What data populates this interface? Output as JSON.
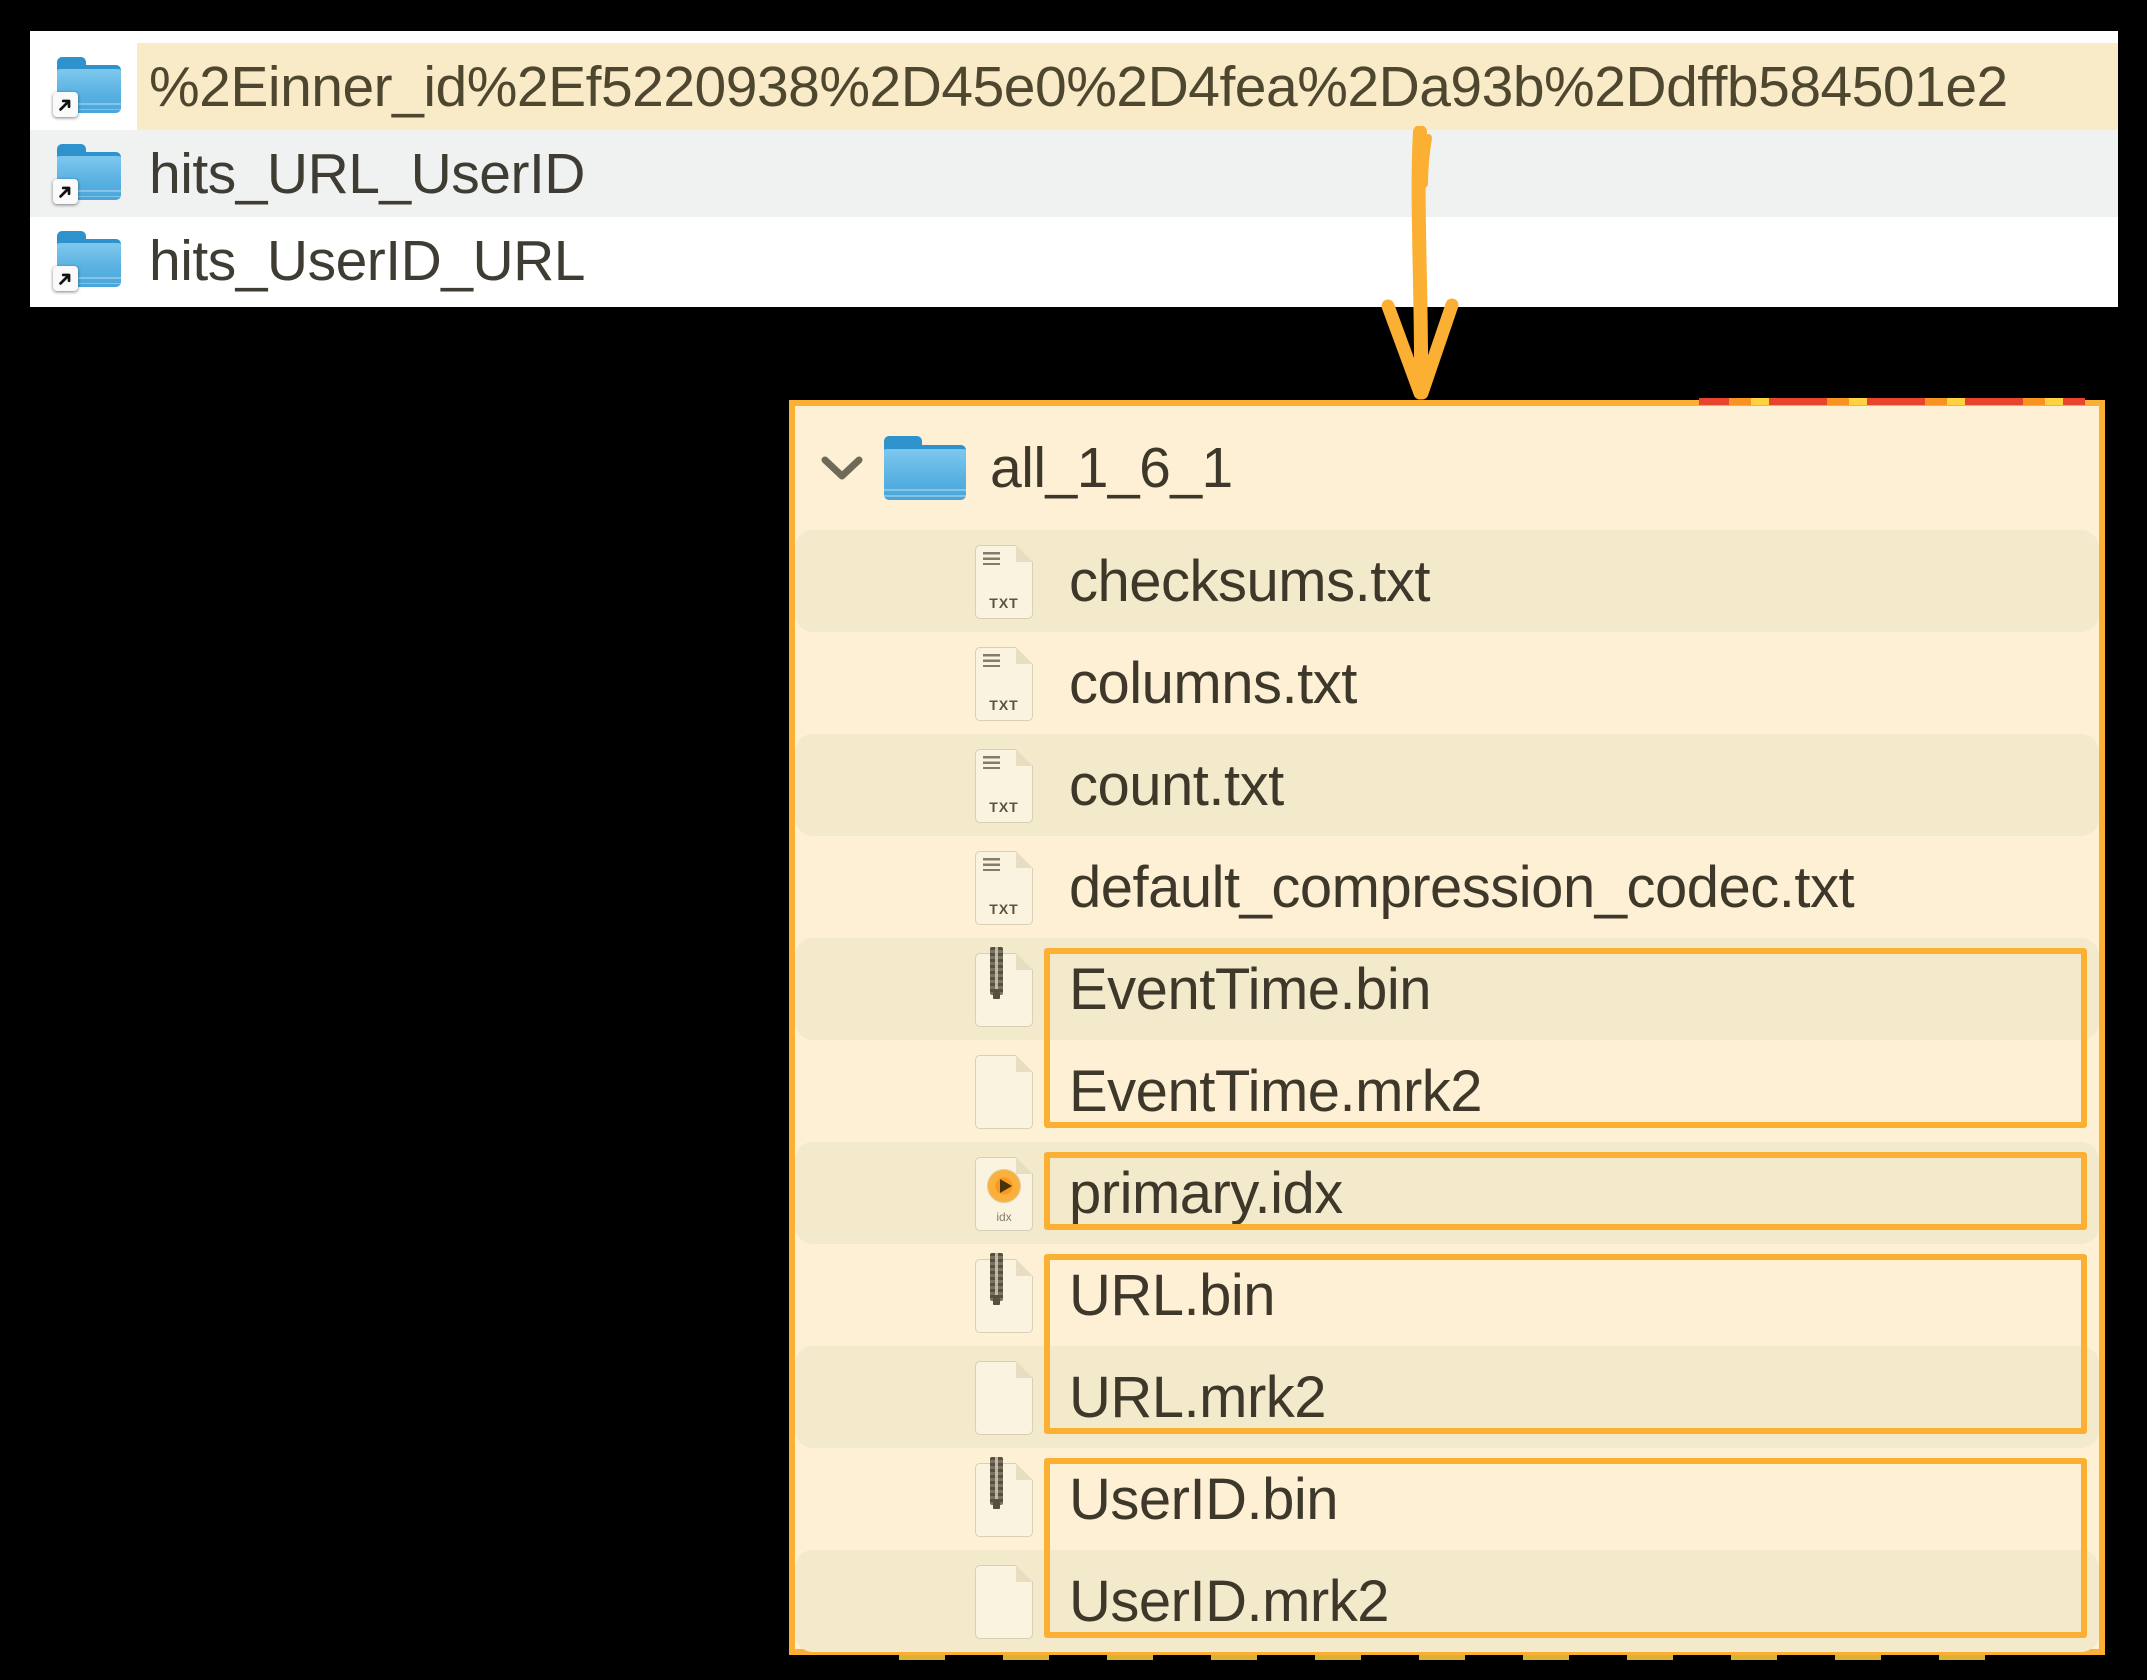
{
  "top_panel": {
    "rows": [
      {
        "name": "%2Einner_id%2Ef5220938%2D45e0%2D4fea%2Da93b%2Ddffb584501e2",
        "icon": "folder-alias",
        "highlighted": true
      },
      {
        "name": "hits_URL_UserID",
        "icon": "folder-alias",
        "highlighted": false
      },
      {
        "name": "hits_UserID_URL",
        "icon": "folder-alias",
        "highlighted": false
      }
    ]
  },
  "tree_panel": {
    "root": {
      "name": "all_1_6_1",
      "icon": "folder",
      "expanded": true
    },
    "files": [
      {
        "name": "checksums.txt",
        "icon": "txt"
      },
      {
        "name": "columns.txt",
        "icon": "txt"
      },
      {
        "name": "count.txt",
        "icon": "txt"
      },
      {
        "name": "default_compression_codec.txt",
        "icon": "txt"
      },
      {
        "name": "EventTime.bin",
        "icon": "bin"
      },
      {
        "name": "EventTime.mrk2",
        "icon": "mrk2"
      },
      {
        "name": "primary.idx",
        "icon": "idx"
      },
      {
        "name": "URL.bin",
        "icon": "bin"
      },
      {
        "name": "URL.mrk2",
        "icon": "mrk2"
      },
      {
        "name": "UserID.bin",
        "icon": "bin"
      },
      {
        "name": "UserID.mrk2",
        "icon": "mrk2"
      }
    ],
    "txt_icon_label": "TXT",
    "idx_icon_label": "idx"
  },
  "annotations": {
    "arrow_color": "#FBAF33",
    "highlight_boxes": [
      {
        "files": [
          "EventTime.bin",
          "EventTime.mrk2"
        ],
        "start": 4,
        "end": 5
      },
      {
        "files": [
          "primary.idx"
        ],
        "start": 6,
        "end": 6
      },
      {
        "files": [
          "URL.bin",
          "URL.mrk2"
        ],
        "start": 7,
        "end": 8
      },
      {
        "files": [
          "UserID.bin",
          "UserID.mrk2"
        ],
        "start": 9,
        "end": 10
      }
    ]
  },
  "colors": {
    "annotation_orange": "#FBAF33",
    "panel_bg": "#FDF0D4",
    "panel_row_alt": "#F3E9CB",
    "selected_row_bg": "#FAEBC8",
    "finder_row_alt": "#F0F2F2",
    "folder_blue": "#55B0E0"
  }
}
